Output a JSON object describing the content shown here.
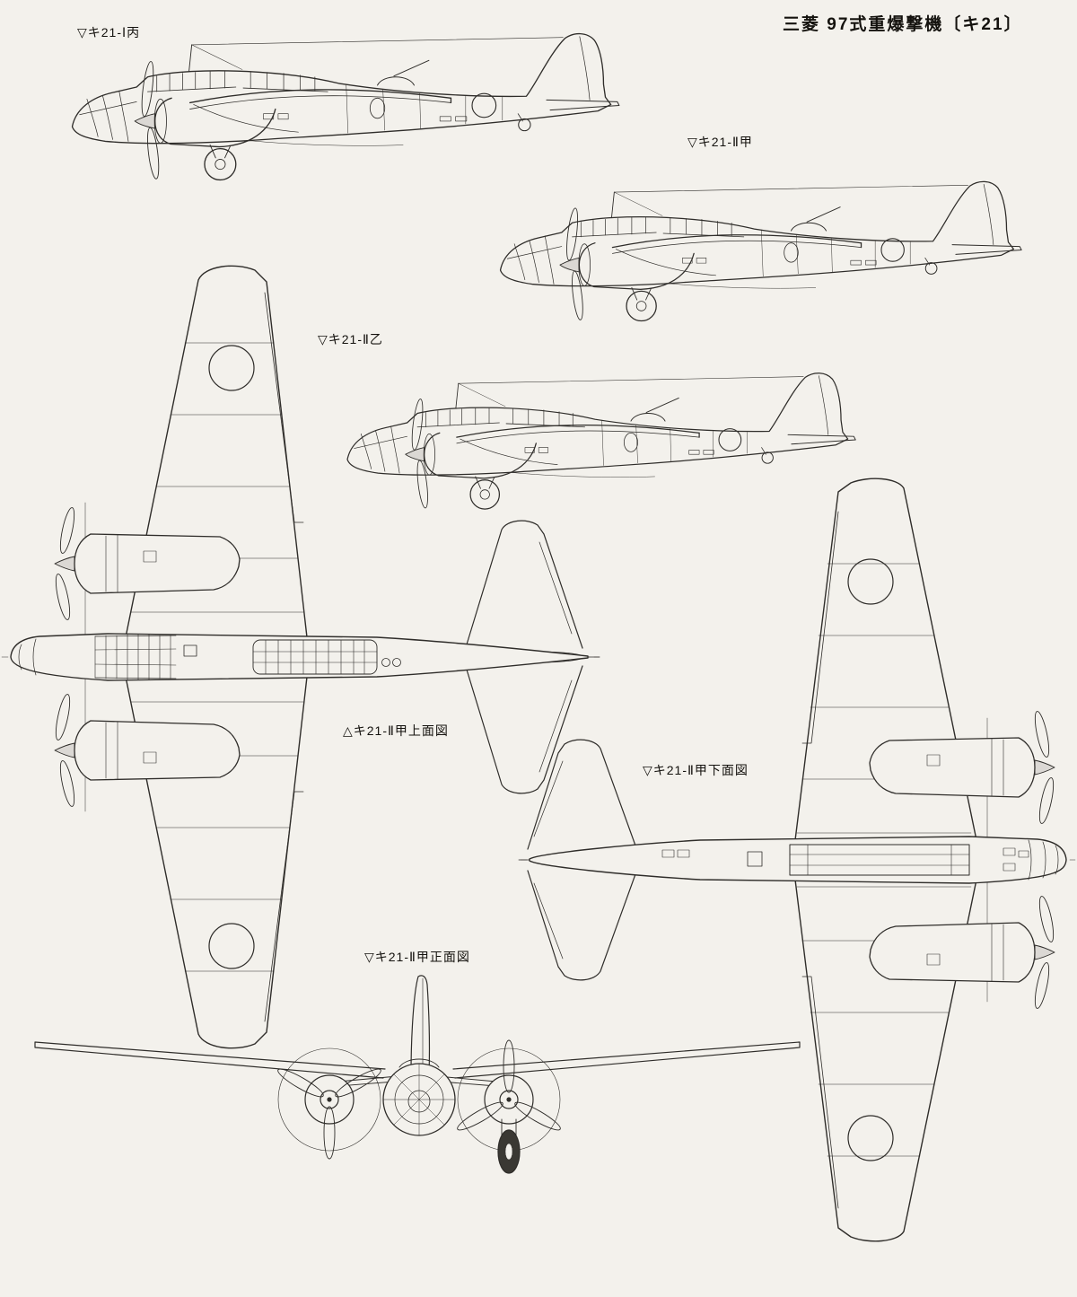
{
  "page": {
    "title": "三菱 97式重爆撃機〔キ21〕",
    "description_kind": "aircraft three-view line drawing plate"
  },
  "colors": {
    "paper": "#f3f1ec",
    "ink": "#2f2d2a"
  },
  "views": [
    {
      "id": "side-ki21-1-hei",
      "label": "▽キ21-Ⅰ丙"
    },
    {
      "id": "side-ki21-2-ko",
      "label": "▽キ21-Ⅱ甲"
    },
    {
      "id": "side-ki21-2-otsu",
      "label": "▽キ21-Ⅱ乙"
    },
    {
      "id": "top-ki21-2-ko",
      "label": "△キ21-Ⅱ甲上面図"
    },
    {
      "id": "bottom-ki21-2-ko",
      "label": "▽キ21-Ⅱ甲下面図"
    },
    {
      "id": "front-ki21-2-ko",
      "label": "▽キ21-Ⅱ甲正面図"
    }
  ]
}
